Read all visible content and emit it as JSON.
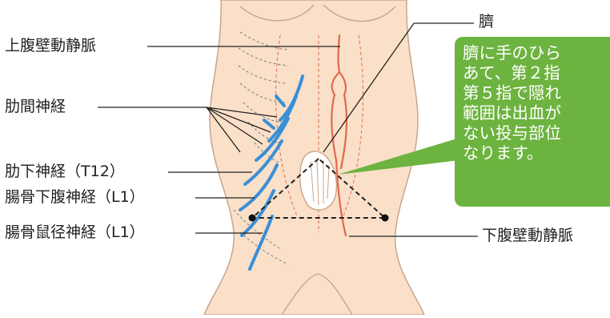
{
  "labels": {
    "superior_epigastric": "上腹壁動静脈",
    "intercostal": "肋間神経",
    "subcostal": "肋下神経（T12）",
    "iliohypogastric": "腸骨下腹神経（L1）",
    "ilioinguinal": "腸骨鼠径神経（L1）",
    "navel": "臍",
    "inferior_epigastric": "下腹壁動静脈"
  },
  "callout": {
    "lines": [
      "臍に手のひら",
      "あて、第２指",
      "第５指で隠れ",
      "範囲は出血が",
      "ない投与部位",
      "なります。"
    ]
  },
  "colors": {
    "skin": "#fae0c8",
    "skin_outline": "#c9a58a",
    "nerve": "#3a8fd6",
    "vessel": "#e06a4a",
    "callout_bg": "#6db33f",
    "triangle": "#222222"
  }
}
